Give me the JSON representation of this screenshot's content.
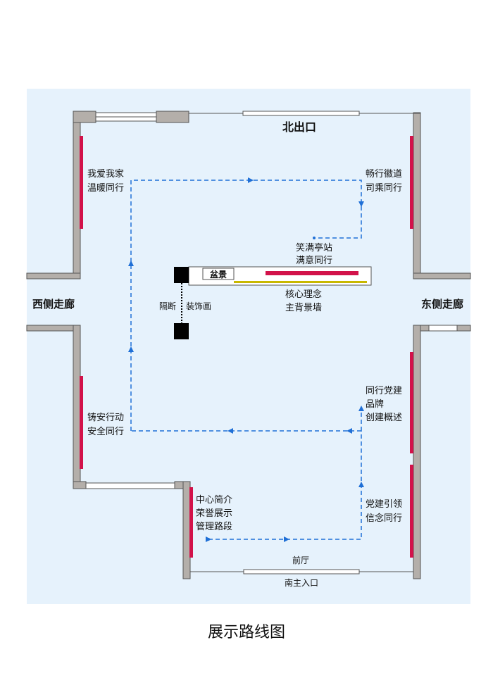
{
  "title": "展示路线图",
  "colors": {
    "background": "#e6f2fc",
    "wall": "#b4afaa",
    "wall_stroke": "#555555",
    "display_panel": "#d2124a",
    "route": "#1f6fd6",
    "block": "#000000"
  },
  "labels": {
    "north_exit": "北出口",
    "west_corridor": "西侧走廊",
    "east_corridor": "东侧走廊",
    "front_hall": "前厅",
    "south_entrance": "南主入口",
    "partition": "隔断",
    "decor": "装饰画",
    "bonsai": "盆景",
    "core_line1": "核心理念",
    "core_line2": "主背景墙",
    "xiaoman_line1": "笑满亭站",
    "xiaoman_line2": "满意同行",
    "love_line1": "我爱我家",
    "love_line2": "温暖同行",
    "changxing_line1": "畅行徽道",
    "changxing_line2": "司乘同行",
    "safety_line1": "铸安行动",
    "safety_line2": "安全同行",
    "brand_line1": "同行党建",
    "brand_line2": "品牌",
    "brand_line3": "创建概述",
    "guide_line1": "党建引领",
    "guide_line2": "信念同行",
    "center_line1": "中心简介",
    "center_line2": "荣誉展示",
    "center_line3": "管理路段"
  }
}
